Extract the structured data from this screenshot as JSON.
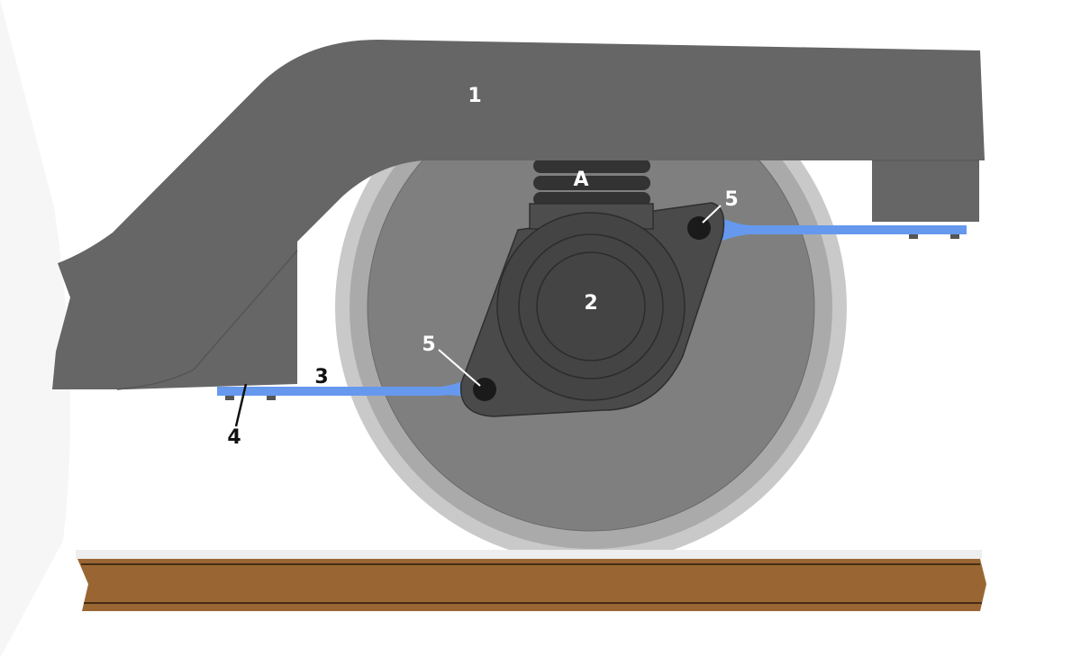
{
  "labels": {
    "frame": "1",
    "axle_box": "2",
    "leash": "3",
    "mount": "4",
    "pin_right": "5",
    "pin_left": "5",
    "spring": "A"
  },
  "colors": {
    "frame": "#666666",
    "wheel_outer": "#c9c9c9",
    "wheel_rim": "#aaaaaa",
    "wheel_disc": "#7f7f7f",
    "axle_box": "#4a4a4a",
    "leash": "#6699ee",
    "rail": "#996633",
    "spring": "#333333"
  }
}
